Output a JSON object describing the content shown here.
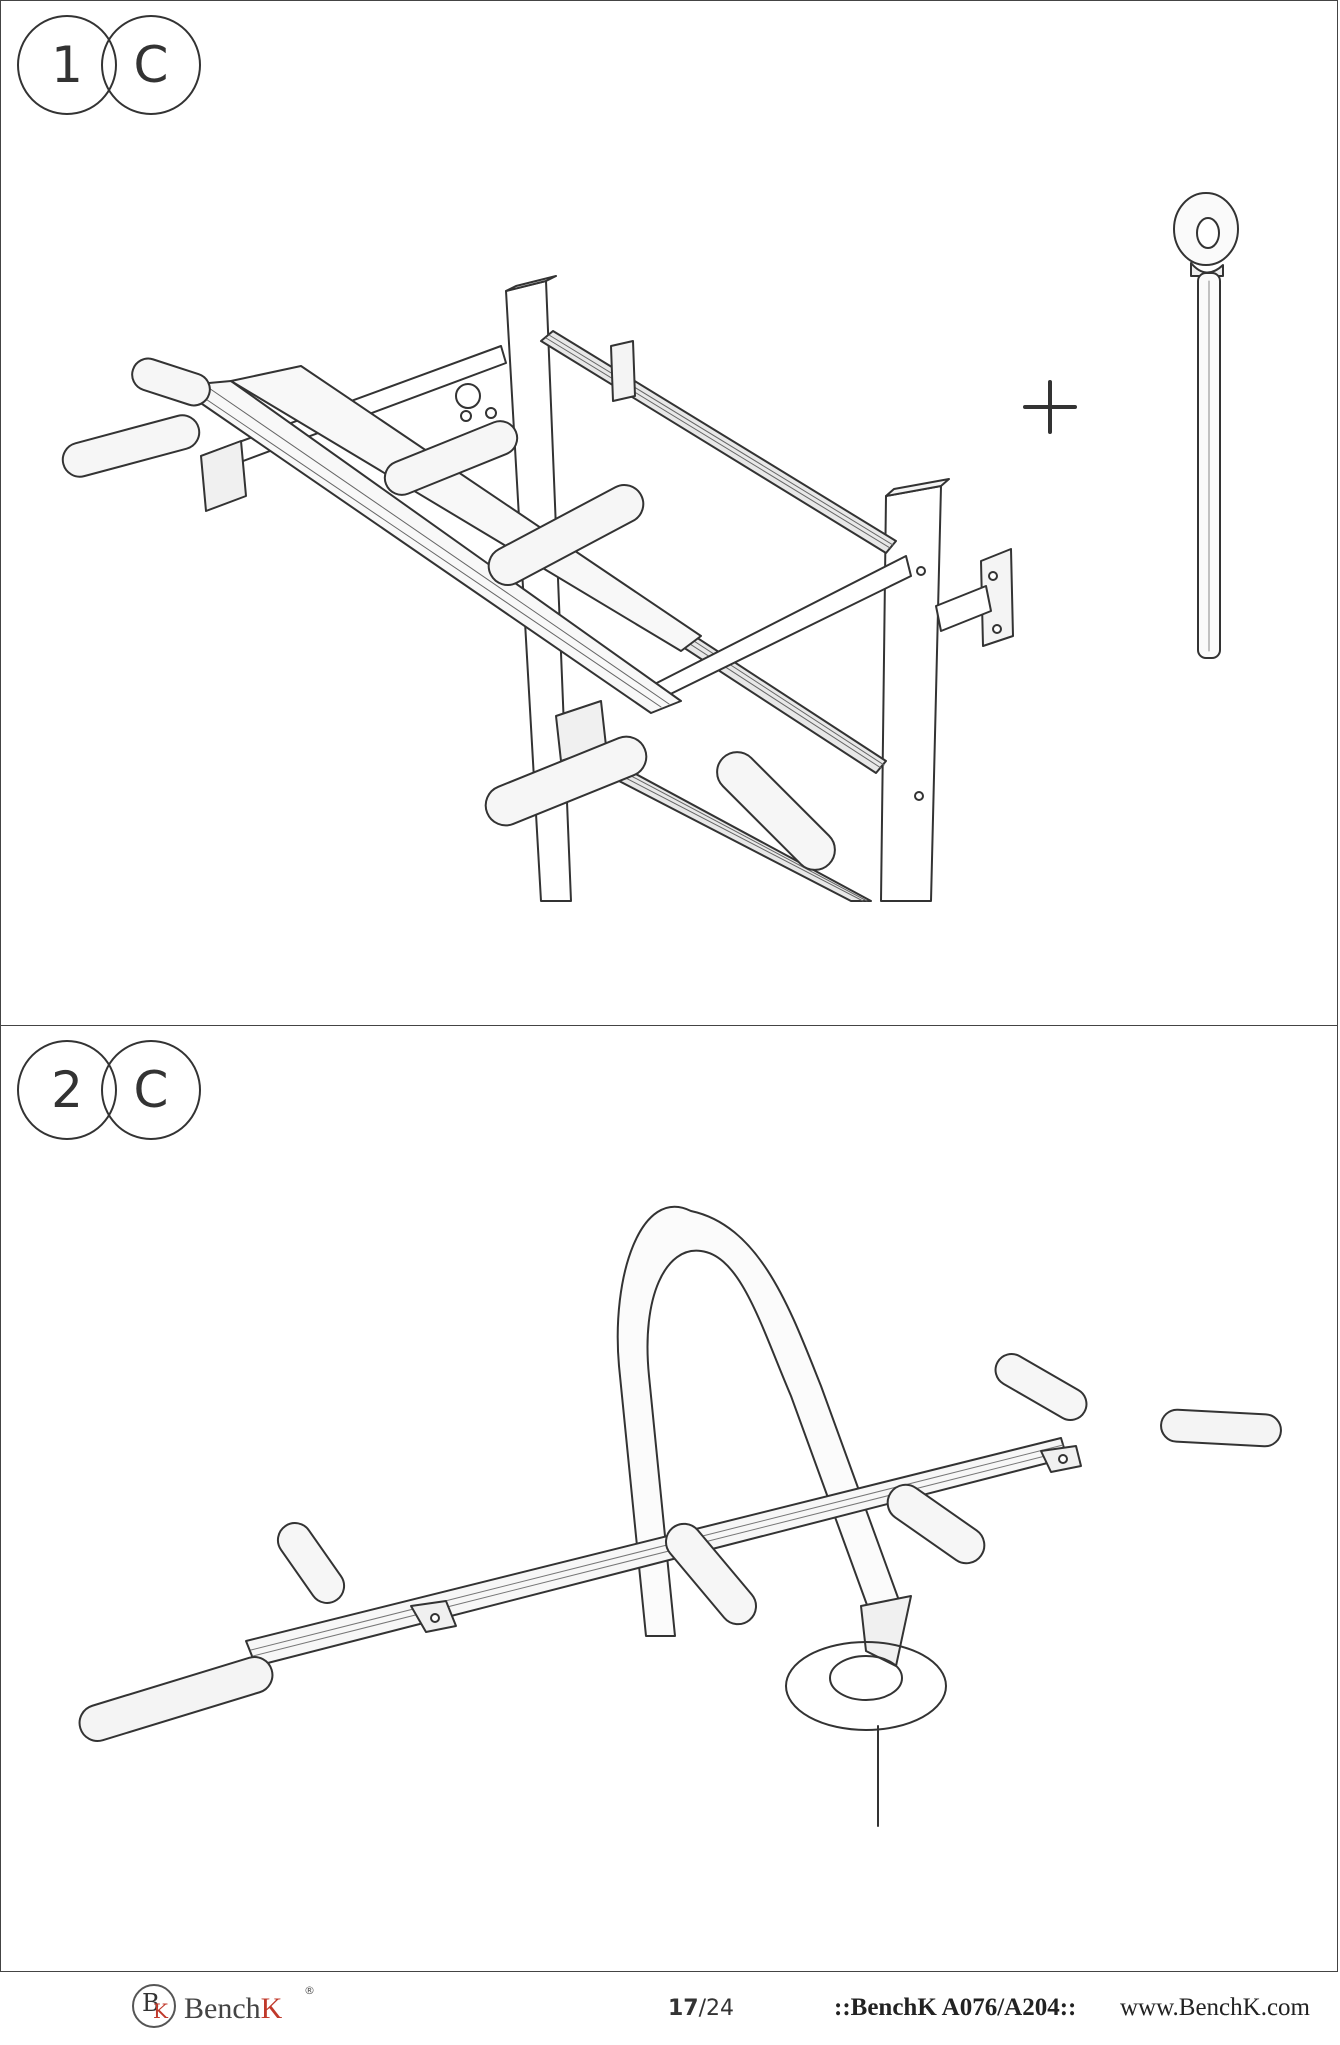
{
  "steps": [
    {
      "number": "1",
      "letter": "C"
    },
    {
      "number": "2",
      "letter": "C"
    }
  ],
  "footer": {
    "brand_logo_letters": "BK",
    "brand_name_prefix": "Bench",
    "brand_name_suffix": "K",
    "registered_mark": "®",
    "page_current": "17",
    "page_total": "/24",
    "model": "::BenchK A076/A204::",
    "website": "www.BenchK.com"
  },
  "colors": {
    "line": "#333333",
    "accent": "#c0392b"
  }
}
